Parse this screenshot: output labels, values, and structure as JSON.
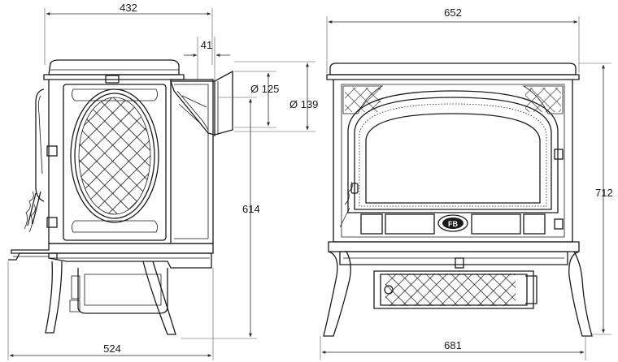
{
  "dimensions": {
    "side_width_top": "432",
    "flue_offset": "41",
    "flue_inner_diameter": "Ø 125",
    "flue_outer_diameter": "Ø 139",
    "flue_height": "614",
    "side_depth_bottom": "524",
    "front_width_top": "652",
    "front_height": "712",
    "front_width_bottom": "681"
  },
  "badge": {
    "logo_text": "FB"
  }
}
